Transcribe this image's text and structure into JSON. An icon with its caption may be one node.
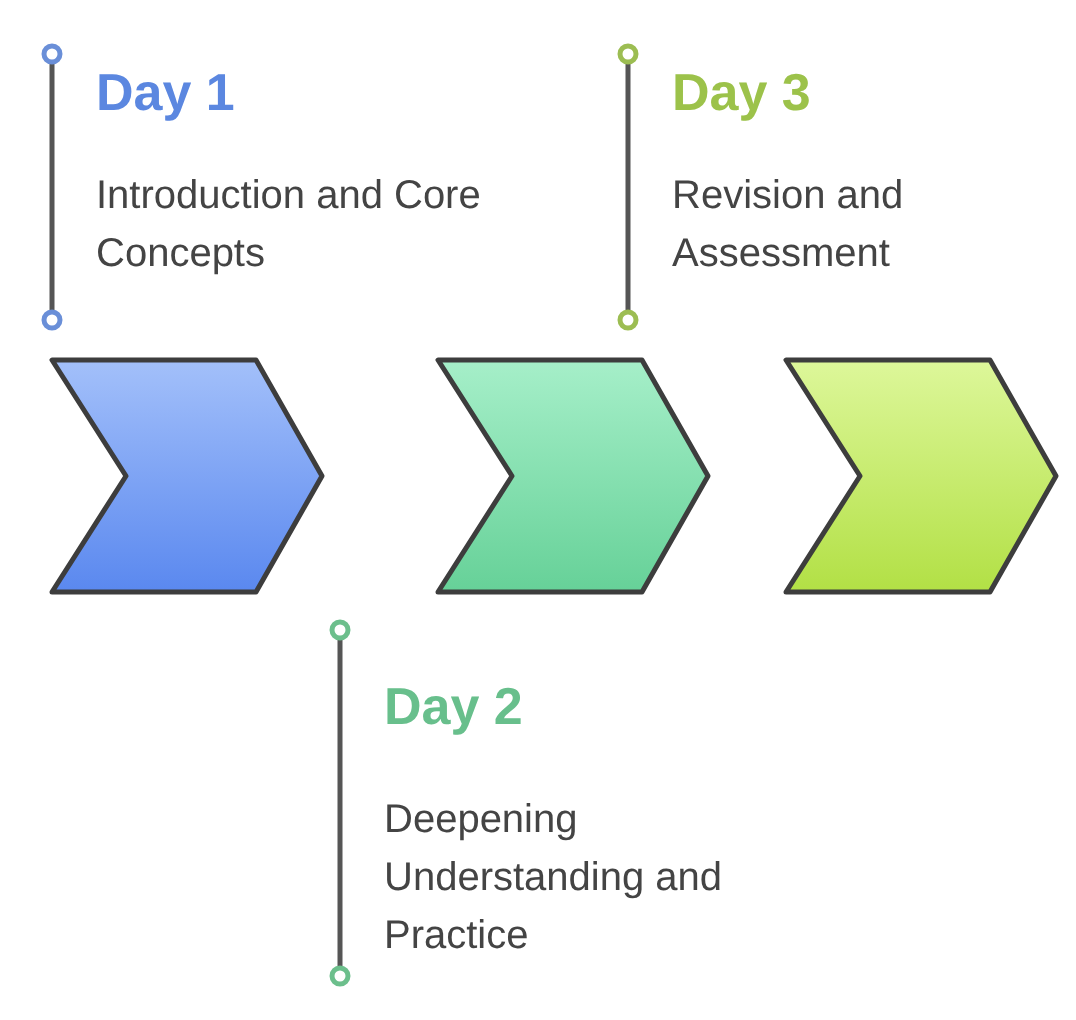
{
  "diagram": {
    "nodes": [
      {
        "text": [],
        "shape": "chevron",
        "beside": [
          "Day 1",
          "Introduction and Core Concepts"
        ]
      },
      {
        "text": [],
        "shape": "chevron",
        "beside": [
          "Day 2",
          "Deepening Understanding and Practice"
        ]
      },
      {
        "text": [],
        "shape": "chevron",
        "beside": [
          "Day 3",
          "Revision and Assessment"
        ]
      }
    ],
    "edges": []
  }
}
